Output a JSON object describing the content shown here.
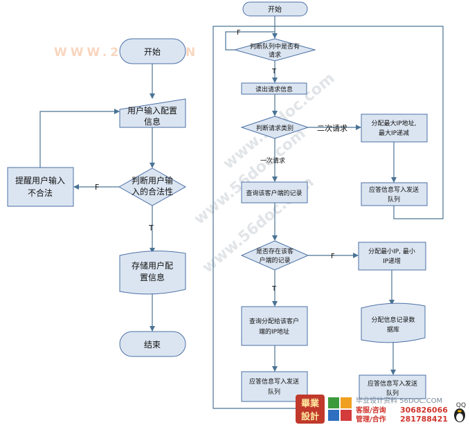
{
  "watermarks": {
    "top_left": "WWW.2BYSJ.CN",
    "diagonal_1": "www.56doc.com",
    "diagonal_2": "www.56doc.com",
    "diagonal_3": "www.56doc.com",
    "bottom_site": "毕业设计资料 56DOC.COM",
    "qq_label": "QQ",
    "service_label": "客服/咨询",
    "service_number": "306826066",
    "manage_label": "管理/合作",
    "manage_number": "281788421",
    "logo_line1": "畢業",
    "logo_line2": "設計"
  },
  "left_flow": {
    "start": "开始",
    "input_line1": "用户输入配置",
    "input_line2": "信息",
    "decision_line1": "判断用户输",
    "decision_line2": "入的合法性",
    "invalid_line1": "提醒用户输入",
    "invalid_line2": "不合法",
    "label_false": "F",
    "label_true": "T",
    "store_line1": "存储用户配",
    "store_line2": "置信息",
    "end": "结束"
  },
  "right_flow": {
    "start": "开始",
    "queue_line1": "判断队列中是否有",
    "queue_line2": "请求",
    "label_queue_false": "F",
    "label_queue_true": "T",
    "read_request": "读出请求信息",
    "type_decision": "判断请求类别",
    "label_second": "二次请求",
    "label_first": "一次请求",
    "alloc_max_line1": "分配最大IP地址,",
    "alloc_max_line2": "最大IP递减",
    "reply_top_line1": "应答信息写入发送",
    "reply_top_line2": "队列",
    "query_client": "查询该客户端的记录",
    "exists_line1": "是否存在该客",
    "exists_line2": "户端的记录",
    "label_exists_false": "F",
    "label_exists_true": "T",
    "alloc_min_line1": "分配最小IP, 最小",
    "alloc_min_line2": "IP递增",
    "query_ip_line1": "查询分配给该客户",
    "query_ip_line2": "端的IP地址",
    "db_line1": "分配信息记录数",
    "db_line2": "据库",
    "reply_left_line1": "应答信息写入发送",
    "reply_left_line2": "队列",
    "reply_right_line1": "应答信息写入发送",
    "reply_right_line2": "队列"
  }
}
